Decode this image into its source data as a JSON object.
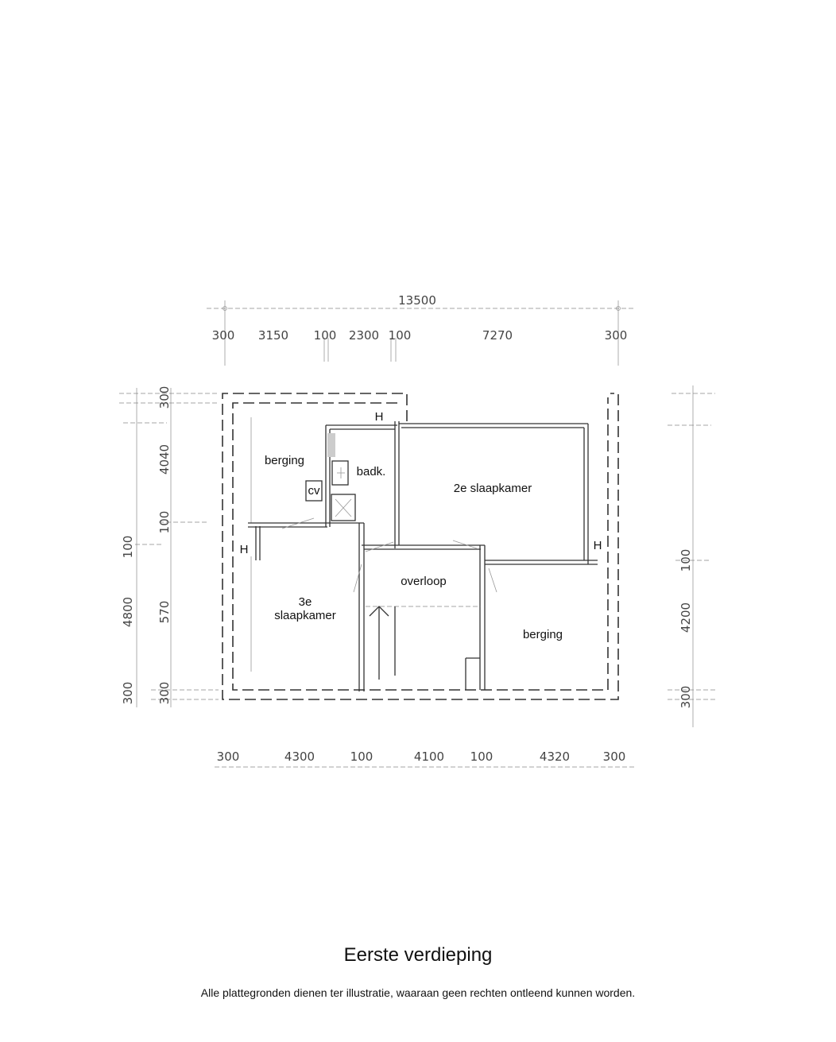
{
  "plan": {
    "rooms": {
      "berging_left": "berging",
      "badk": "badk.",
      "cv": "cv",
      "slaapkamer_2": "2e slaapkamer",
      "overloop": "overloop",
      "slaapkamer_3_line1": "3e",
      "slaapkamer_3_line2": "slaapkamer",
      "berging_right": "berging",
      "radiator_marker": "H"
    },
    "dimensions": {
      "top_total": "13500",
      "top": [
        "300",
        "3150",
        "100",
        "2300",
        "100",
        "7270",
        "300"
      ],
      "bottom": [
        "300",
        "4300",
        "100",
        "4100",
        "100",
        "4320",
        "300"
      ],
      "left_inner": [
        "300",
        "4040",
        "100",
        "570",
        "300"
      ],
      "left_outer": [
        "100",
        "4800",
        "300"
      ],
      "right": [
        "100",
        "4200",
        "300"
      ]
    }
  },
  "caption": {
    "title": "Eerste verdieping",
    "disclaimer": "Alle plattegronden dienen ter illustratie, waaraan geen rechten ontleend kunnen worden."
  }
}
